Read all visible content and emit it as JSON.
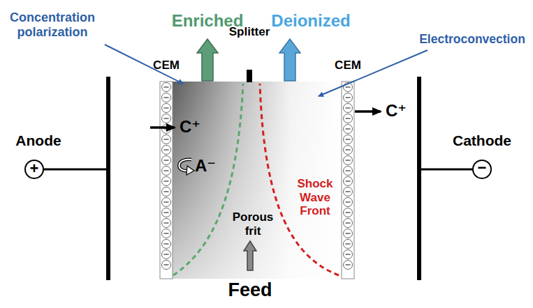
{
  "diagram": {
    "labels": [
      "Concentration polarization",
      "Enriched",
      "Splitter",
      "Deionized",
      "Electroconvection",
      "CEM",
      "CEM",
      "C⁺",
      "A⁻",
      "C⁺",
      "Anode",
      "+",
      "Cathode",
      "−",
      "Shock Wave Front",
      "Porous frit",
      "Feed"
    ]
  }
}
